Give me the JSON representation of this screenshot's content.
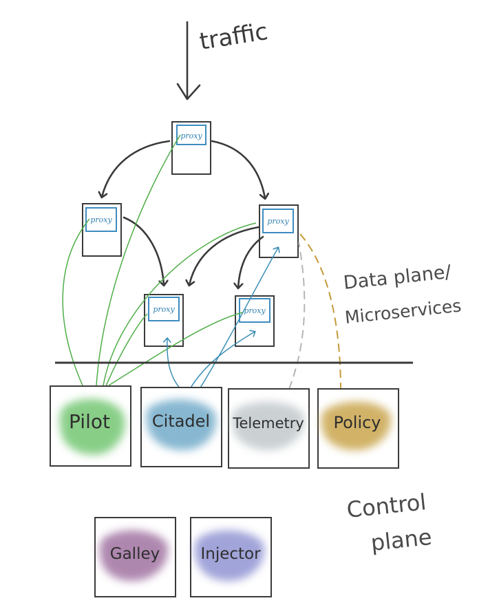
{
  "traffic_label": "traffic",
  "proxy_label": "proxy",
  "data_plane": {
    "line1": "Data plane/",
    "line2": "Microservices"
  },
  "control_plane": {
    "line1": "Control",
    "line2": "plane"
  },
  "components": {
    "pilot": {
      "label": "Pilot",
      "color": "#6cc36a"
    },
    "citadel": {
      "label": "Citadel",
      "color": "#6aa6c6"
    },
    "telemetry": {
      "label": "Telemetry",
      "color": "#c2c9cc"
    },
    "policy": {
      "label": "Policy",
      "color": "#c9a54e"
    },
    "galley": {
      "label": "Galley",
      "color": "#9b6a9c"
    },
    "injector": {
      "label": "Injector",
      "color": "#8a8ed0"
    }
  },
  "colors": {
    "ink": "#3a3a3a",
    "proxy_blue": "#3d8cc0",
    "pilot_green": "#4fae47",
    "citadel_blue": "#3a8db3",
    "telemetry_gray": "#b5b5b5",
    "policy_gold": "#c49a3a"
  }
}
